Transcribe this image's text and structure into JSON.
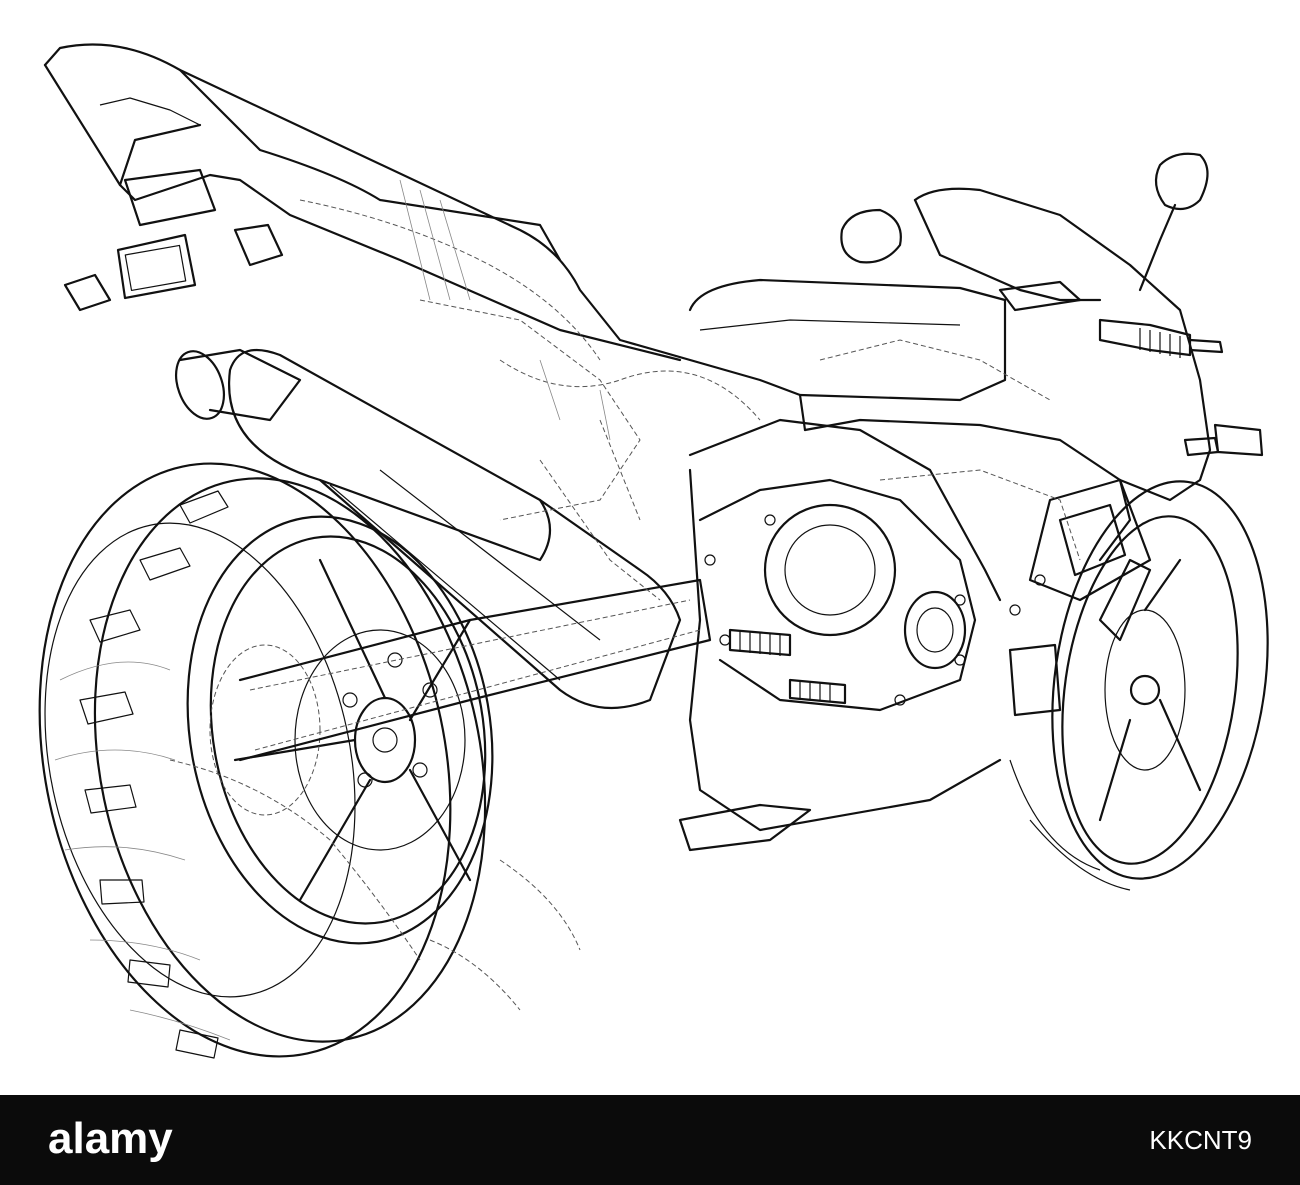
{
  "image": {
    "subject": "sport-motorcycle-wireframe-sketch",
    "colors": {
      "background": "#ffffff",
      "line": "#111111",
      "footer": "#0b0b0b",
      "footer_text": "#ffffff"
    }
  },
  "footer": {
    "logo_text": "alamy",
    "image_id": "KKCNT9"
  }
}
